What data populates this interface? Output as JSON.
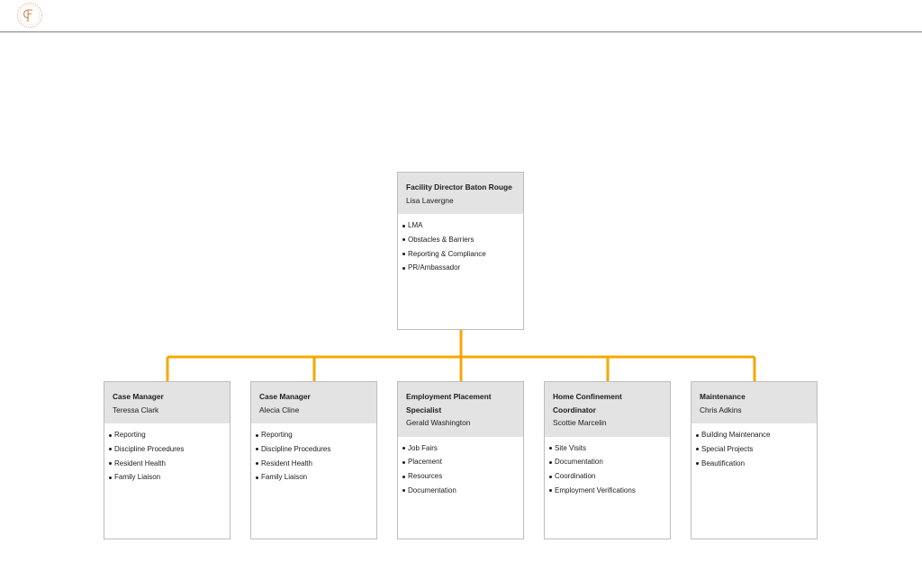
{
  "colors": {
    "connector": "#f5a800",
    "header_fill": "#e3e3e3",
    "border": "#bdbdbd",
    "logo": "#c9824a"
  },
  "logo": {
    "icon": "ministry-logo-icon"
  },
  "director": {
    "title": "Facility Director Baton Rouge",
    "name": "Lisa Lavergne",
    "duties": [
      "LMA",
      "Obstacles & Barriers",
      "Reporting & Compliance",
      "PR/Ambassador"
    ]
  },
  "staff": [
    {
      "title": "Case Manager",
      "name": "Teressa Clark",
      "duties": [
        "Reporting",
        "Discipline Procedures",
        "Resident Health",
        "Family Liaison"
      ]
    },
    {
      "title": "Case Manager",
      "name": "Alecia Cline",
      "duties": [
        "Reporting",
        "Discipline Procedures",
        "Resident Health",
        "Family Liaison"
      ]
    },
    {
      "title": "Employment Placement Specialist",
      "name": "Gerald Washington",
      "duties": [
        "Job Fairs",
        "Placement",
        "Resources",
        "Documentation"
      ]
    },
    {
      "title": "Home Confinement Coordinator",
      "name": "Scottie Marcelin",
      "duties": [
        "Site Visits",
        "Documentation",
        "Coordination",
        "Employment Verifications"
      ]
    },
    {
      "title": "Maintenance",
      "name": "Chris Adkins",
      "duties": [
        "Building Maintenance",
        "Special Projects",
        "Beautification"
      ]
    }
  ]
}
